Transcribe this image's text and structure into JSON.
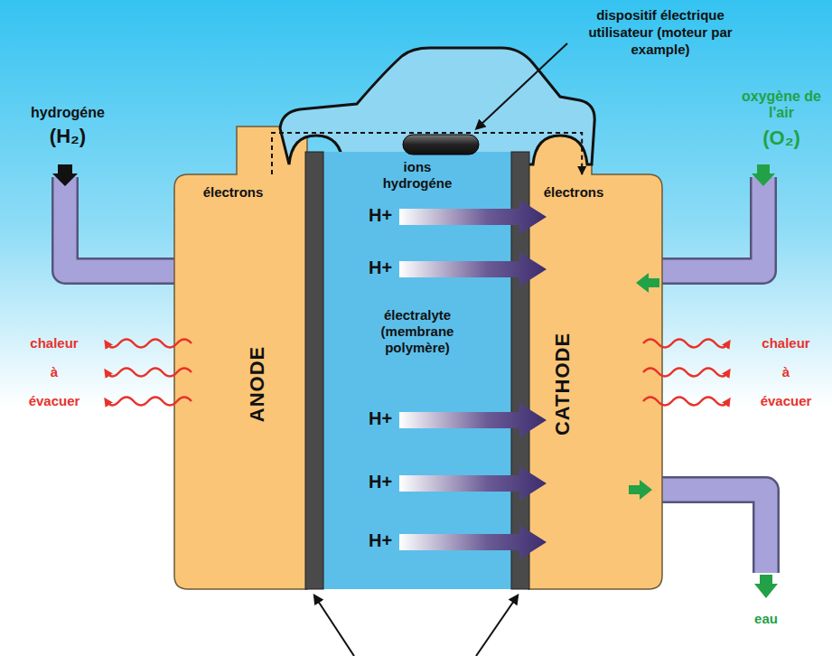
{
  "diagram": {
    "nodes": [
      {
        "text": [
          "électrons",
          "ANODE"
        ]
      },
      {
        "text": [
          "ions hydrogéne",
          "électralyte (membrane polymère)"
        ]
      },
      {
        "text": [
          "électrons",
          "CATHODE"
        ]
      }
    ],
    "edges": [
      {
        "from": 0,
        "to": 2,
        "arrow": "to"
      }
    ],
    "labels": [
      "dispositif électrique utilisateur (moteur par example)",
      "hydrogéne",
      "(H₂)",
      "oxygène de l'air",
      "(O₂)",
      "H+",
      "H+",
      "H+",
      "H+",
      "H+",
      "chaleur à évacuer",
      "chaleur à évacuer",
      "eau"
    ]
  }
}
